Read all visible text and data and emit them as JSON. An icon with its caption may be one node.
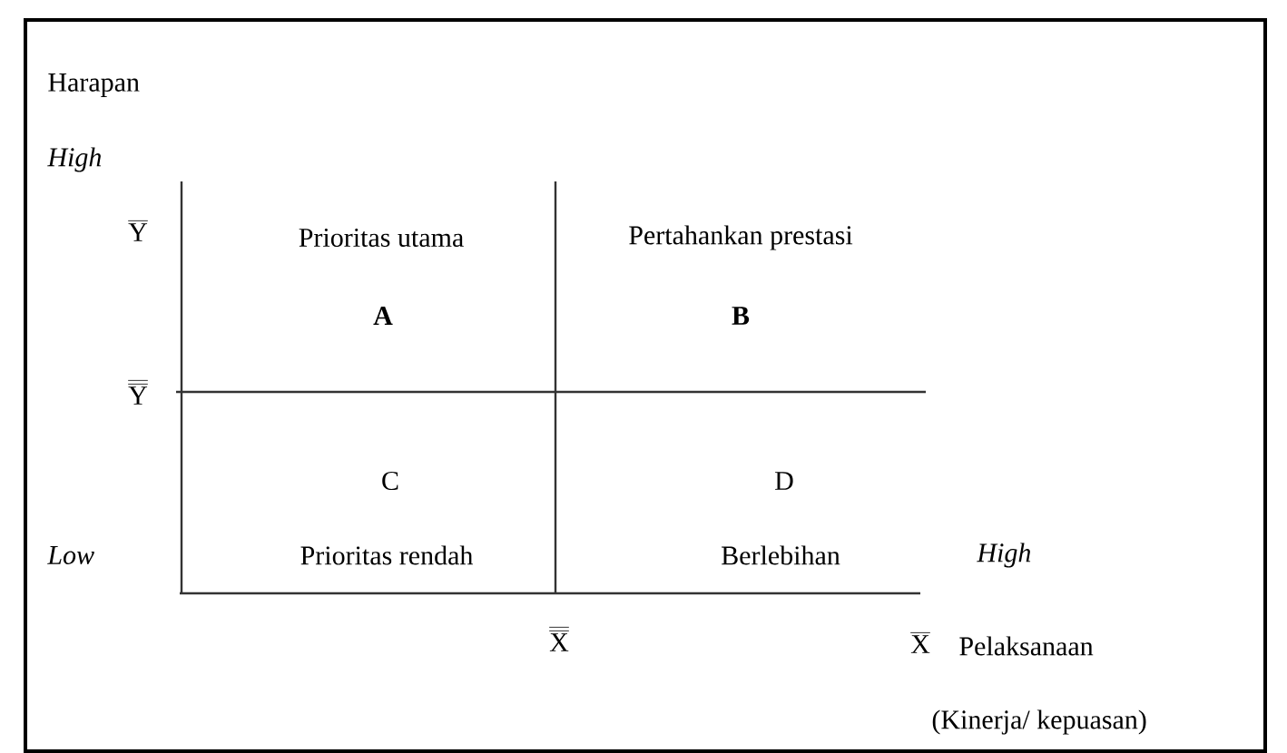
{
  "diagram": {
    "labels": [
      "Harapan",
      "High",
      "\\overline{\\mathrm{Y}}",
      "Prioritas utama",
      "Pertahankan prestasi",
      "A",
      "B",
      "\\overline{\\overline{\\mathrm{Y}}}",
      "C",
      "D",
      "Low",
      "Prioritas rendah",
      "Berlebihan",
      "High",
      "\\overline{\\overline{\\mathrm{X}}}",
      "\\overline{\\mathrm{X}}",
      "Pelaksanaan",
      "(Kinerja/ kepuasan)"
    ]
  }
}
